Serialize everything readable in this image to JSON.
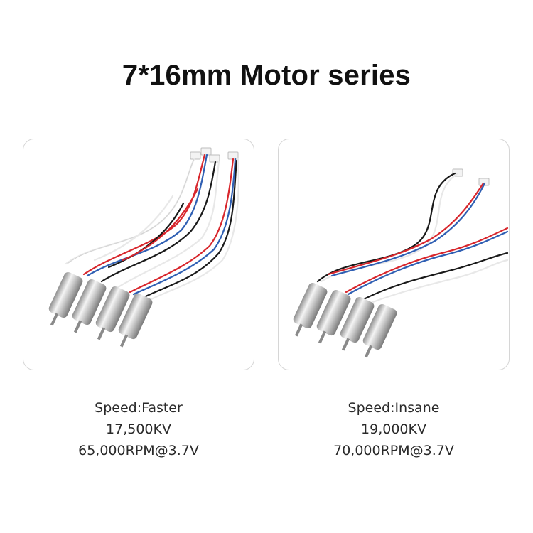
{
  "title": "7*16mm Motor series",
  "products": [
    {
      "image_icon": "motor-set-photo",
      "speed": "Speed:Faster",
      "kv": "17,500KV",
      "rpm": "65,000RPM@3.7V"
    },
    {
      "image_icon": "motor-set-photo",
      "speed": "Speed:Insane",
      "kv": "19,000KV",
      "rpm": "70,000RPM@3.7V"
    }
  ],
  "colors": {
    "wire_red": "#d8262c",
    "wire_blue": "#2f5fb3",
    "wire_black": "#1a1a1a",
    "wire_white": "#f2f2f2",
    "motor_silver": "#c9c9c9"
  }
}
